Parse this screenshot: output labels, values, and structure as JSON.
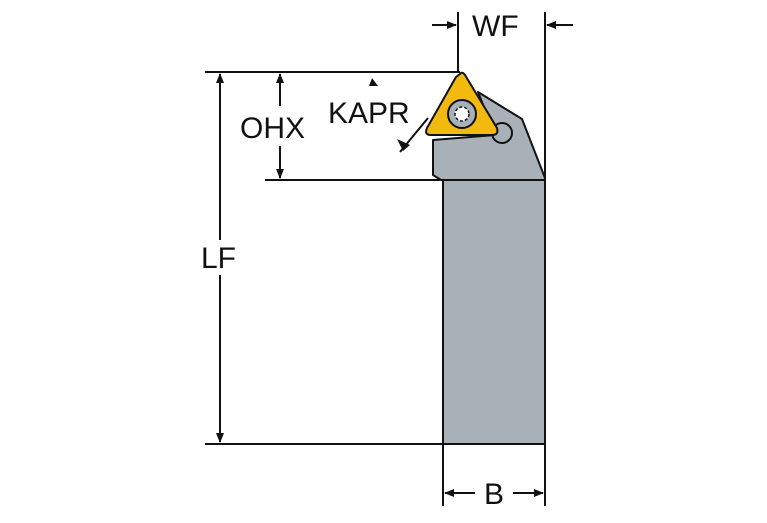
{
  "labels": {
    "wf": "WF",
    "kapr": "KAPR",
    "ohx": "OHX",
    "lf": "LF",
    "b": "B"
  },
  "colors": {
    "insert": "#F2B90F",
    "holder": "#A9B1B8",
    "line": "#111111"
  }
}
